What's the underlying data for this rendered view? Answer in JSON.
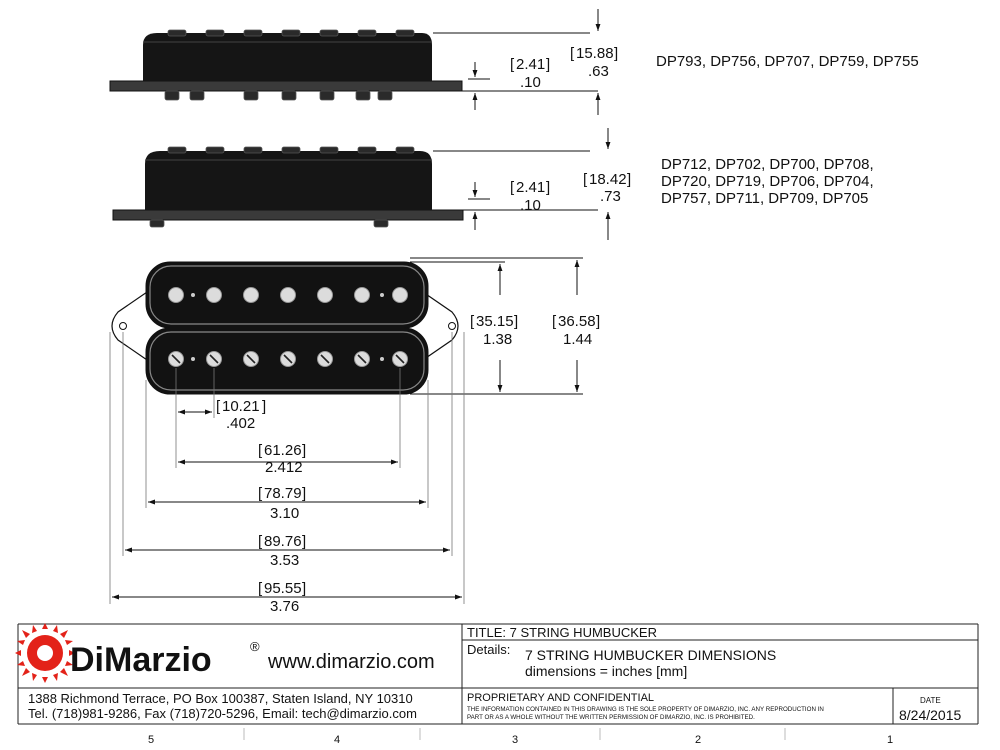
{
  "top_view": {
    "models": "DP793, DP756, DP707, DP759, DP755",
    "base_mm": "2.41",
    "base_in": ".10",
    "height_mm": "15.88",
    "height_in": ".63"
  },
  "middle_view": {
    "models_line1": "DP712, DP702, DP700, DP708,",
    "models_line2": "DP720, DP719, DP706, DP704,",
    "models_line3": "DP757, DP711, DP709, DP705",
    "base_mm": "2.41",
    "base_in": ".10",
    "height_mm": "18.42",
    "height_in": ".73"
  },
  "plan_view": {
    "width1_mm": "35.15",
    "width1_in": "1.38",
    "width2_mm": "36.58",
    "width2_in": "1.44",
    "pole_mm": "10.21",
    "pole_in": ".402",
    "span_mm": "61.26",
    "span_in": "2.412",
    "body_mm": "78.79",
    "body_in": "3.10",
    "mount_mm": "89.76",
    "mount_in": "3.53",
    "overall_mm": "95.55",
    "overall_in": "3.76"
  },
  "title_block": {
    "brand": "DiMarzio",
    "registered": "®",
    "website": "www.dimarzio.com",
    "address": "1388 Richmond Terrace, PO Box 100387, Staten Island, NY 10310",
    "contact": "Tel. (718)981-9286, Fax (718)720-5296, Email: tech@dimarzio.com",
    "title": "TITLE: 7 STRING HUMBUCKER",
    "details_label": "Details:",
    "details_line1": "7 STRING HUMBUCKER DIMENSIONS",
    "details_line2": "dimensions = inches [mm]",
    "proprietary": "PROPRIETARY AND CONFIDENTIAL",
    "notice1": "THE INFORMATION CONTAINED IN THIS DRAWING IS THE SOLE PROPERTY OF DIMARZIO, INC.  ANY  REPRODUCTION IN",
    "notice2": "PART OR AS A WHOLE WITHOUT THE WRITTEN PERMISSION OF DIMARZIO, INC. IS PROHIBITED.",
    "date_label": "DATE",
    "date": "8/24/2015",
    "zones": [
      "5",
      "4",
      "3",
      "2",
      "1"
    ],
    "brand_color": "#e32219"
  }
}
